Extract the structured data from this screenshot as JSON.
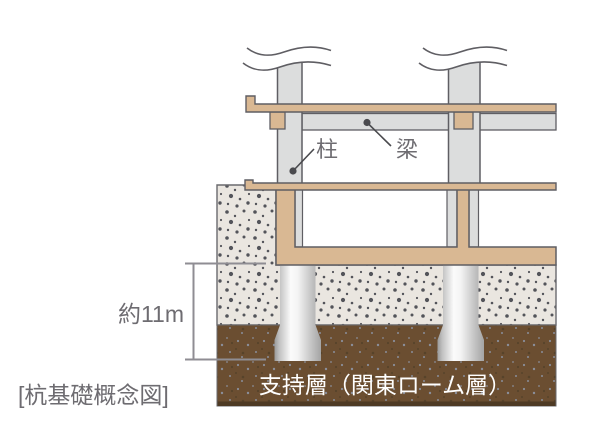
{
  "diagram": {
    "caption": "[杭基礎概念図]",
    "labels": {
      "column": "柱",
      "beam": "梁",
      "depth": "約11m",
      "support_layer": "支持層（関東ローム層）"
    }
  },
  "colors": {
    "background": "#ffffff",
    "concrete_tan": "#d9b893",
    "member_gray": "#dcdddd",
    "outline": "#5f5e63",
    "ground_bg": "#eae6e0",
    "ground_dot": "#53545a",
    "loam_brown": "#6b4e31",
    "loam_dot_light": "#8a8e99",
    "loam_dot_dark": "#57432a",
    "loam_edge": "#4e3a24",
    "text_gray": "#6e6c71",
    "text_white": "#ffffff",
    "dimension_line": "#8f8d93",
    "leader": "#4a4a4e"
  }
}
